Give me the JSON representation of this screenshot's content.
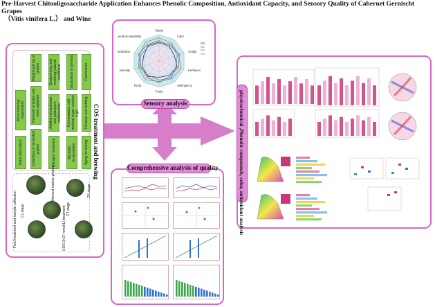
{
  "title": {
    "line1": "Pre-Harvest Chitooligosaccharide Application Enhances Phenolic Composition, Antioxidant Capacity, and Sensory Quality of Cabernet Gernischt Grapes",
    "line2": "（Vitis vinifera L.） and Wine"
  },
  "cos": {
    "label": "COS treatment and brewing",
    "steps": [
      "Micro-brewing experiment",
      "Collection of harvested grapes",
      "Removal of stalks and even agitation",
      "Weighing 8 kg of grapes",
      "Destemming and crushing (natural conditions)",
      "Addition of pectinase and potassium metabisulfite",
      "Nitrogen treatment",
      "Alcoholic fermentation",
      "Fermentation until residual sugar reaches 4 g/L",
      "Separation of pomace",
      "Clarification",
      "Filtration and bottling",
      "Aging for tasting",
      "Yeast inoculation"
    ],
    "field": {
      "left_label": "Field treatment and sample collection",
      "labels": [
        "Harvest mature grapes",
        "CT stage",
        "CK stage",
        "COS (0.37 mmol/L) treatment",
        "C1 stage"
      ]
    }
  },
  "sensory": {
    "label": "Sensory analysis",
    "axes": [
      "Clarity",
      "Color",
      "Acidity",
      "Herbaceous aroma",
      "Astringency",
      "Fruity",
      "Floral",
      "Intensity",
      "Coordination",
      "Overall acceptability"
    ],
    "legend": [
      "CK",
      "C1",
      "C2",
      "C3"
    ],
    "colors": [
      "#222222",
      "#d93b3b",
      "#2f6fd6",
      "#3aa84a"
    ]
  },
  "comprehensive": {
    "label": "Comprehensive analysis of quality"
  },
  "physico": {
    "label": "physicochemical ,Phenolic compounds, color, antioxidant analysis"
  },
  "colors": {
    "border": "#d665c8",
    "arrow": "#d77ecb",
    "label_bg": "#e38ad8"
  }
}
